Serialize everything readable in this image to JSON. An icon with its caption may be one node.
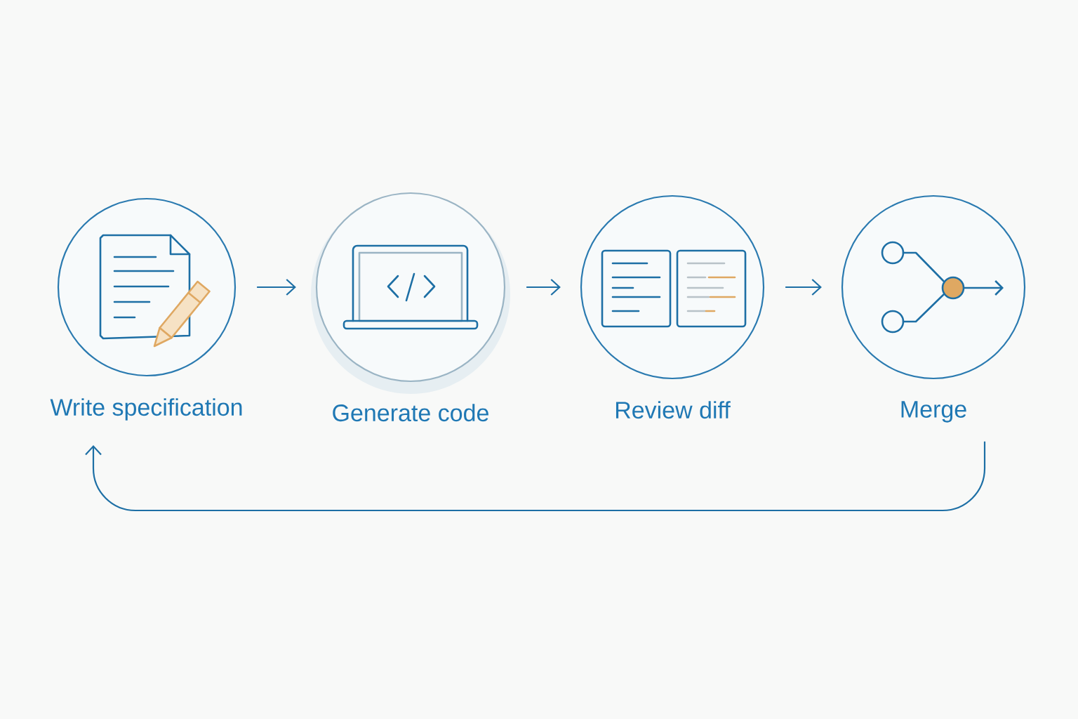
{
  "diagram": {
    "nodes": [
      {
        "text": [
          "Write specification"
        ]
      },
      {
        "text": [
          "Generate code"
        ]
      },
      {
        "text": [
          "Review diff"
        ]
      },
      {
        "text": [
          "Merge"
        ]
      }
    ],
    "edges": [
      {
        "from": 0,
        "to": 1,
        "arrow": "to"
      },
      {
        "from": 1,
        "to": 2,
        "arrow": "to"
      },
      {
        "from": 2,
        "to": 3,
        "arrow": "to"
      },
      {
        "from": 3,
        "to": 0,
        "arrow": "to"
      }
    ]
  }
}
